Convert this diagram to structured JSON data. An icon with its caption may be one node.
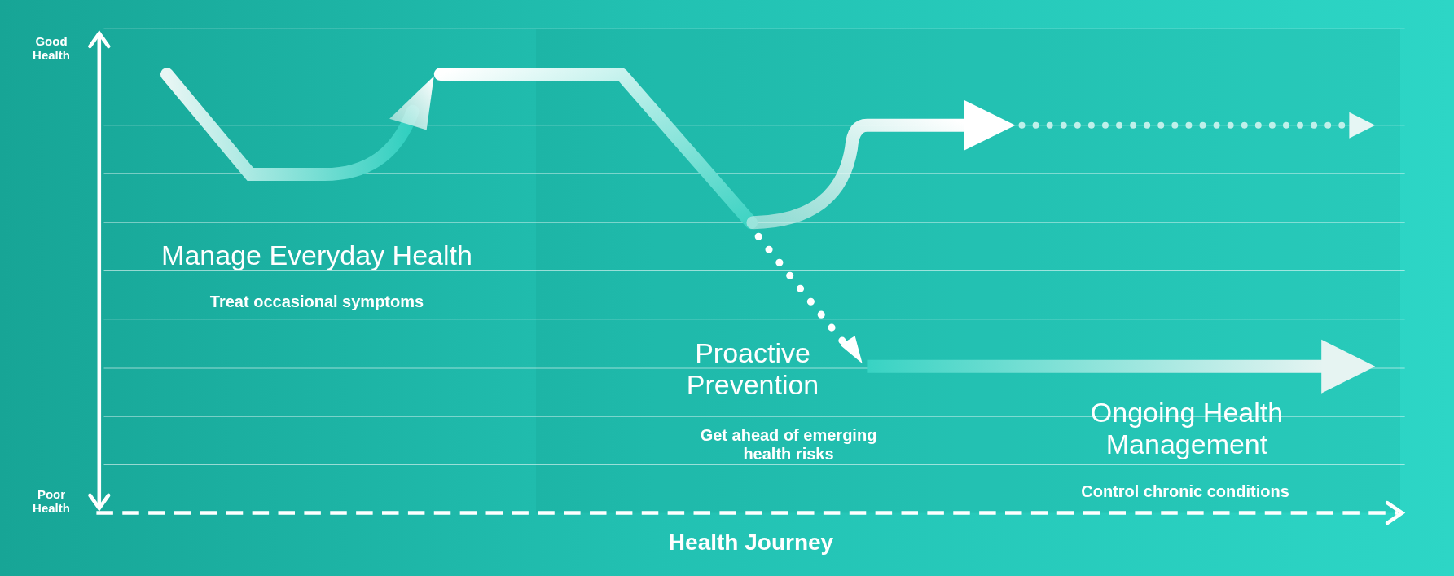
{
  "diagram": {
    "labels": [
      "Good Health",
      "Poor Health",
      "Manage Everyday Health",
      "Treat occasional symptoms",
      "Proactive Prevention",
      "Get ahead of emerging health risks",
      "Ongoing Health Management",
      "Control chronic conditions",
      "Health Journey"
    ]
  }
}
